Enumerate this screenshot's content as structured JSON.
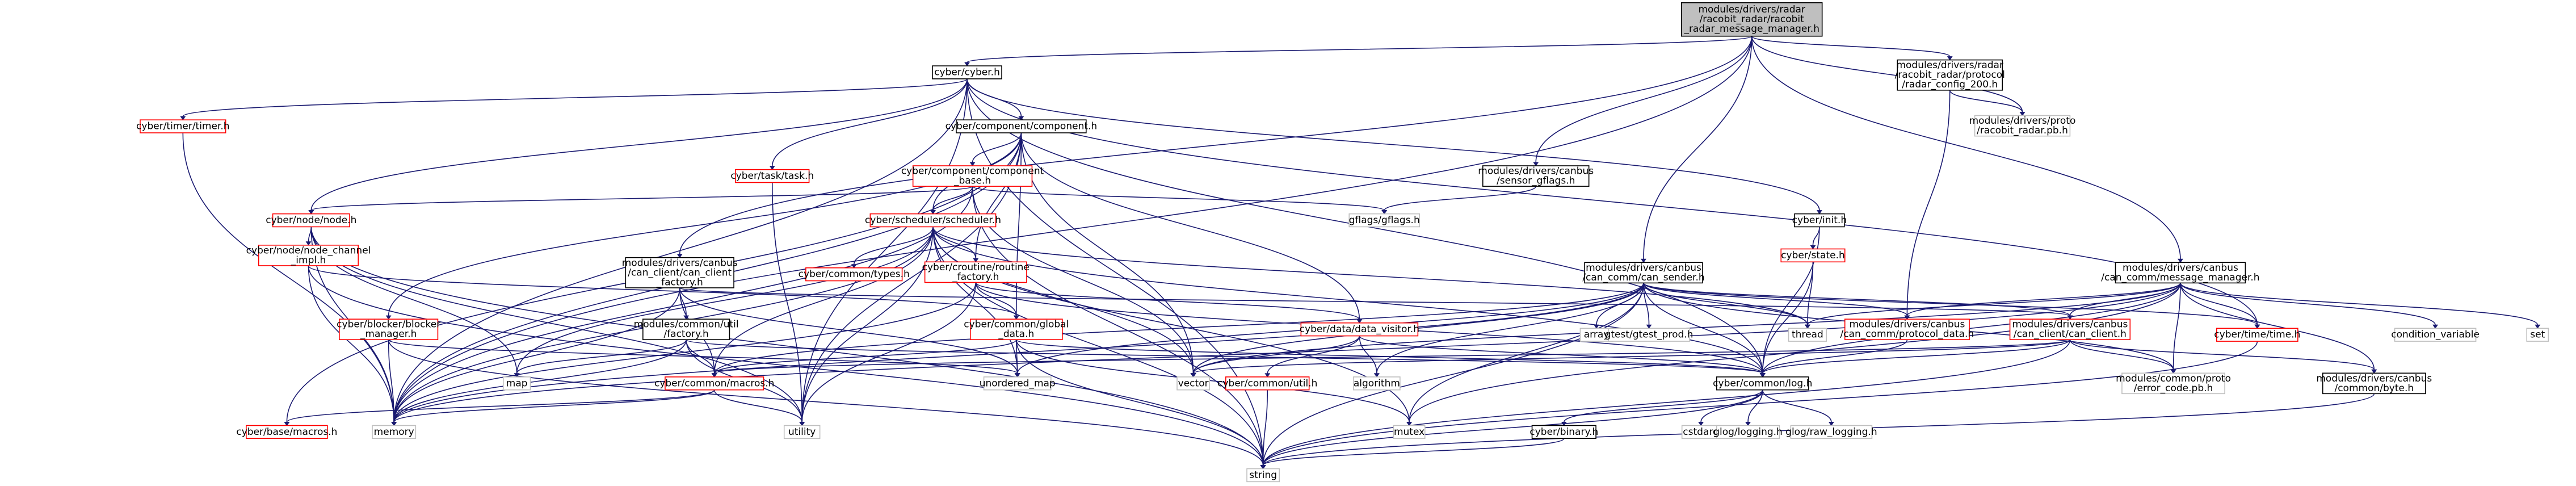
{
  "graph": {
    "nodes": [
      {
        "id": "root",
        "lines": [
          "modules/drivers/radar",
          "/racobit_radar/racobit",
          "_radar_message_manager.h"
        ],
        "style": "root"
      },
      {
        "id": "cyber_cyber",
        "lines": [
          "cyber/cyber.h"
        ],
        "style": "black"
      },
      {
        "id": "racobit_radar_conf",
        "lines": [
          "modules/drivers/radar",
          "/racobit_radar/protocol",
          "/radar_config_200.h"
        ],
        "style": "black"
      },
      {
        "id": "racobit_radar_pb",
        "lines": [
          "modules/drivers/proto",
          "/racobit_radar.pb.h"
        ],
        "style": "gray"
      },
      {
        "id": "timer",
        "lines": [
          "cyber/timer/timer.h"
        ],
        "style": "red"
      },
      {
        "id": "component",
        "lines": [
          "cyber/component/component.h"
        ],
        "style": "black"
      },
      {
        "id": "component_base",
        "lines": [
          "cyber/component/component",
          "_base.h"
        ],
        "style": "red"
      },
      {
        "id": "task",
        "lines": [
          "cyber/task/task.h"
        ],
        "style": "red"
      },
      {
        "id": "node",
        "lines": [
          "cyber/node/node.h"
        ],
        "style": "red"
      },
      {
        "id": "node_channel",
        "lines": [
          "cyber/node/node_channel",
          "_impl.h"
        ],
        "style": "red"
      },
      {
        "id": "scheduler",
        "lines": [
          "cyber/scheduler/scheduler.h"
        ],
        "style": "red"
      },
      {
        "id": "gflags",
        "lines": [
          "gflags/gflags.h"
        ],
        "style": "gray"
      },
      {
        "id": "sensor_gflags",
        "lines": [
          "modules/drivers/canbus",
          "/sensor_gflags.h"
        ],
        "style": "black"
      },
      {
        "id": "init",
        "lines": [
          "cyber/init.h"
        ],
        "style": "black"
      },
      {
        "id": "state",
        "lines": [
          "cyber/state.h"
        ],
        "style": "red"
      },
      {
        "id": "can_client_factory",
        "lines": [
          "modules/drivers/canbus",
          "/can_client/can_client",
          "_factory.h"
        ],
        "style": "black"
      },
      {
        "id": "common_types",
        "lines": [
          "cyber/common/types.h"
        ],
        "style": "red"
      },
      {
        "id": "routine_factory",
        "lines": [
          "cyber/croutine/routine",
          "_factory.h"
        ],
        "style": "red"
      },
      {
        "id": "can_sender",
        "lines": [
          "modules/drivers/canbus",
          "/can_comm/can_sender.h"
        ],
        "style": "black"
      },
      {
        "id": "message_manager",
        "lines": [
          "modules/drivers/canbus",
          "/can_comm/message_manager.h"
        ],
        "style": "black"
      },
      {
        "id": "blocker_manager",
        "lines": [
          "cyber/blocker/blocker",
          "_manager.h"
        ],
        "style": "red"
      },
      {
        "id": "common_util_factory",
        "lines": [
          "modules/common/util",
          "/factory.h"
        ],
        "style": "black"
      },
      {
        "id": "global_data",
        "lines": [
          "cyber/common/global",
          "_data.h"
        ],
        "style": "red"
      },
      {
        "id": "data_visitor",
        "lines": [
          "cyber/data/data_visitor.h"
        ],
        "style": "red"
      },
      {
        "id": "array",
        "lines": [
          "array"
        ],
        "style": "gray"
      },
      {
        "id": "gtest",
        "lines": [
          "gtest/gtest_prod.h"
        ],
        "style": "gray"
      },
      {
        "id": "thread",
        "lines": [
          "thread"
        ],
        "style": "gray"
      },
      {
        "id": "protocol_data",
        "lines": [
          "modules/drivers/canbus",
          "/can_comm/protocol_data.h"
        ],
        "style": "red"
      },
      {
        "id": "can_client",
        "lines": [
          "modules/drivers/canbus",
          "/can_client/can_client.h"
        ],
        "style": "red"
      },
      {
        "id": "time",
        "lines": [
          "cyber/time/time.h"
        ],
        "style": "red"
      },
      {
        "id": "condition_variable",
        "lines": [
          "condition_variable"
        ],
        "style": "gray"
      },
      {
        "id": "set",
        "lines": [
          "set"
        ],
        "style": "gray"
      },
      {
        "id": "map",
        "lines": [
          "map"
        ],
        "style": "gray"
      },
      {
        "id": "unordered_map",
        "lines": [
          "unordered_map"
        ],
        "style": "gray"
      },
      {
        "id": "macros",
        "lines": [
          "cyber/common/macros.h"
        ],
        "style": "red"
      },
      {
        "id": "vector",
        "lines": [
          "vector"
        ],
        "style": "gray"
      },
      {
        "id": "algorithm",
        "lines": [
          "algorithm"
        ],
        "style": "gray"
      },
      {
        "id": "common_util",
        "lines": [
          "cyber/common/util.h"
        ],
        "style": "red"
      },
      {
        "id": "log",
        "lines": [
          "cyber/common/log.h"
        ],
        "style": "black"
      },
      {
        "id": "error_code",
        "lines": [
          "modules/common/proto",
          "/error_code.pb.h"
        ],
        "style": "gray"
      },
      {
        "id": "byte",
        "lines": [
          "modules/drivers/canbus",
          "/common/byte.h"
        ],
        "style": "black"
      },
      {
        "id": "memory",
        "lines": [
          "memory"
        ],
        "style": "gray"
      },
      {
        "id": "base_macros",
        "lines": [
          "cyber/base/macros.h"
        ],
        "style": "red"
      },
      {
        "id": "utility",
        "lines": [
          "utility"
        ],
        "style": "gray"
      },
      {
        "id": "mutex",
        "lines": [
          "mutex"
        ],
        "style": "gray"
      },
      {
        "id": "binary",
        "lines": [
          "cyber/binary.h"
        ],
        "style": "black"
      },
      {
        "id": "cstdarg",
        "lines": [
          "cstdarg"
        ],
        "style": "gray"
      },
      {
        "id": "glog_logging",
        "lines": [
          "glog/logging.h"
        ],
        "style": "gray"
      },
      {
        "id": "glog_raw",
        "lines": [
          "glog/raw_logging.h"
        ],
        "style": "gray"
      },
      {
        "id": "string",
        "lines": [
          "string"
        ],
        "style": "gray"
      }
    ],
    "edges": [
      [
        "root",
        "cyber_cyber"
      ],
      [
        "root",
        "racobit_radar_conf"
      ],
      [
        "root",
        "racobit_radar_pb"
      ],
      [
        "root",
        "sensor_gflags"
      ],
      [
        "root",
        "can_sender"
      ],
      [
        "root",
        "message_manager"
      ],
      [
        "root",
        "can_client_factory"
      ],
      [
        "root",
        "memory"
      ],
      [
        "racobit_radar_conf",
        "racobit_radar_pb"
      ],
      [
        "racobit_radar_conf",
        "protocol_data"
      ],
      [
        "cyber_cyber",
        "timer"
      ],
      [
        "cyber_cyber",
        "component"
      ],
      [
        "cyber_cyber",
        "task"
      ],
      [
        "cyber_cyber",
        "node"
      ],
      [
        "cyber_cyber",
        "init"
      ],
      [
        "cyber_cyber",
        "log"
      ],
      [
        "cyber_cyber",
        "time"
      ],
      [
        "cyber_cyber",
        "memory"
      ],
      [
        "cyber_cyber",
        "string"
      ],
      [
        "cyber_cyber",
        "utility"
      ],
      [
        "timer",
        "memory"
      ],
      [
        "component",
        "component_base"
      ],
      [
        "component",
        "scheduler"
      ],
      [
        "component",
        "routine_factory"
      ],
      [
        "component",
        "data_visitor"
      ],
      [
        "component",
        "global_data"
      ],
      [
        "component",
        "blocker_manager"
      ],
      [
        "component",
        "memory"
      ],
      [
        "component",
        "vector"
      ],
      [
        "component",
        "utility"
      ],
      [
        "component",
        "base_macros"
      ],
      [
        "component_base",
        "node"
      ],
      [
        "component_base",
        "scheduler"
      ],
      [
        "component_base",
        "gflags"
      ],
      [
        "component_base",
        "vector"
      ],
      [
        "component_base",
        "memory"
      ],
      [
        "component_base",
        "string"
      ],
      [
        "task",
        "utility"
      ],
      [
        "node",
        "node_channel"
      ],
      [
        "node",
        "memory"
      ],
      [
        "node",
        "string"
      ],
      [
        "node",
        "map"
      ],
      [
        "node",
        "utility"
      ],
      [
        "node_channel",
        "global_data"
      ],
      [
        "node_channel",
        "memory"
      ],
      [
        "node_channel",
        "string"
      ],
      [
        "scheduler",
        "common_types"
      ],
      [
        "scheduler",
        "routine_factory"
      ],
      [
        "scheduler",
        "thread"
      ],
      [
        "scheduler",
        "log"
      ],
      [
        "scheduler",
        "unordered_map"
      ],
      [
        "scheduler",
        "vector"
      ],
      [
        "scheduler",
        "memory"
      ],
      [
        "scheduler",
        "map"
      ],
      [
        "scheduler",
        "mutex"
      ],
      [
        "scheduler",
        "macros"
      ],
      [
        "scheduler",
        "string"
      ],
      [
        "scheduler",
        "utility"
      ],
      [
        "sensor_gflags",
        "gflags"
      ],
      [
        "init",
        "state"
      ],
      [
        "init",
        "log"
      ],
      [
        "state",
        "thread"
      ],
      [
        "state",
        "log"
      ],
      [
        "can_client_factory",
        "common_util_factory"
      ],
      [
        "can_client_factory",
        "can_client"
      ],
      [
        "can_client_factory",
        "memory"
      ],
      [
        "can_client_factory",
        "unordered_map"
      ],
      [
        "can_client_factory",
        "macros"
      ],
      [
        "routine_factory",
        "global_data"
      ],
      [
        "routine_factory",
        "data_visitor"
      ],
      [
        "routine_factory",
        "log"
      ],
      [
        "routine_factory",
        "memory"
      ],
      [
        "routine_factory",
        "utility"
      ],
      [
        "can_sender",
        "array"
      ],
      [
        "can_sender",
        "gtest"
      ],
      [
        "can_sender",
        "thread"
      ],
      [
        "can_sender",
        "protocol_data"
      ],
      [
        "can_sender",
        "can_client"
      ],
      [
        "can_sender",
        "time"
      ],
      [
        "can_sender",
        "error_code"
      ],
      [
        "can_sender",
        "log"
      ],
      [
        "can_sender",
        "macros"
      ],
      [
        "can_sender",
        "vector"
      ],
      [
        "can_sender",
        "algorithm"
      ],
      [
        "can_sender",
        "memory"
      ],
      [
        "can_sender",
        "unordered_map"
      ],
      [
        "can_sender",
        "mutex"
      ],
      [
        "can_sender",
        "string"
      ],
      [
        "message_manager",
        "condition_variable"
      ],
      [
        "message_manager",
        "set"
      ],
      [
        "message_manager",
        "thread"
      ],
      [
        "message_manager",
        "protocol_data"
      ],
      [
        "message_manager",
        "can_client"
      ],
      [
        "message_manager",
        "time"
      ],
      [
        "message_manager",
        "error_code"
      ],
      [
        "message_manager",
        "byte"
      ],
      [
        "message_manager",
        "log"
      ],
      [
        "message_manager",
        "vector"
      ],
      [
        "message_manager",
        "memory"
      ],
      [
        "message_manager",
        "mutex"
      ],
      [
        "blocker_manager",
        "memory"
      ],
      [
        "blocker_manager",
        "string"
      ],
      [
        "blocker_manager",
        "unordered_map"
      ],
      [
        "common_util_factory",
        "map"
      ],
      [
        "common_util_factory",
        "memory"
      ],
      [
        "common_util_factory",
        "utility"
      ],
      [
        "common_util_factory",
        "macros"
      ],
      [
        "common_util_factory",
        "log"
      ],
      [
        "global_data",
        "macros"
      ],
      [
        "global_data",
        "log"
      ],
      [
        "global_data",
        "unordered_map"
      ],
      [
        "global_data",
        "string"
      ],
      [
        "global_data",
        "mutex"
      ],
      [
        "data_visitor",
        "vector"
      ],
      [
        "data_visitor",
        "algorithm"
      ],
      [
        "data_visitor",
        "common_util"
      ],
      [
        "data_visitor",
        "log"
      ],
      [
        "protocol_data",
        "log"
      ],
      [
        "can_client",
        "log"
      ],
      [
        "can_client",
        "error_code"
      ],
      [
        "can_client",
        "vector"
      ],
      [
        "can_client",
        "string"
      ],
      [
        "can_client",
        "macros"
      ],
      [
        "can_client",
        "byte"
      ],
      [
        "time",
        "string"
      ],
      [
        "macros",
        "memory"
      ],
      [
        "macros",
        "base_macros"
      ],
      [
        "macros",
        "utility"
      ],
      [
        "common_util",
        "string"
      ],
      [
        "log",
        "binary"
      ],
      [
        "log",
        "cstdarg"
      ],
      [
        "log",
        "glog_logging"
      ],
      [
        "log",
        "glog_raw"
      ],
      [
        "log",
        "string"
      ],
      [
        "binary",
        "string"
      ],
      [
        "byte",
        "string"
      ]
    ]
  }
}
